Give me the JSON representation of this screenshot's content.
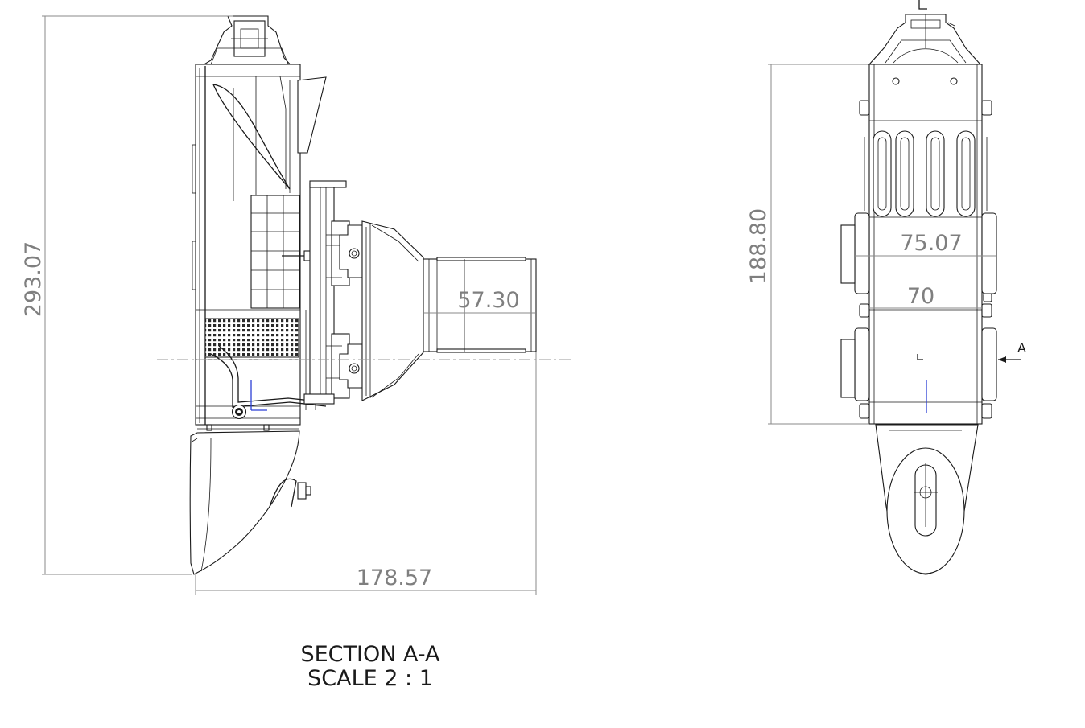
{
  "drawing": {
    "dimensions": {
      "section_height": "293.07",
      "section_width": "178.57",
      "outlet_width": "57.30",
      "front_height": "188.80",
      "front_width_outer": "75.07",
      "front_width_inner": "70"
    },
    "section_arrow_label": "A",
    "caption": {
      "line1": "SECTION A-A",
      "line2": "SCALE 2 : 1"
    }
  }
}
